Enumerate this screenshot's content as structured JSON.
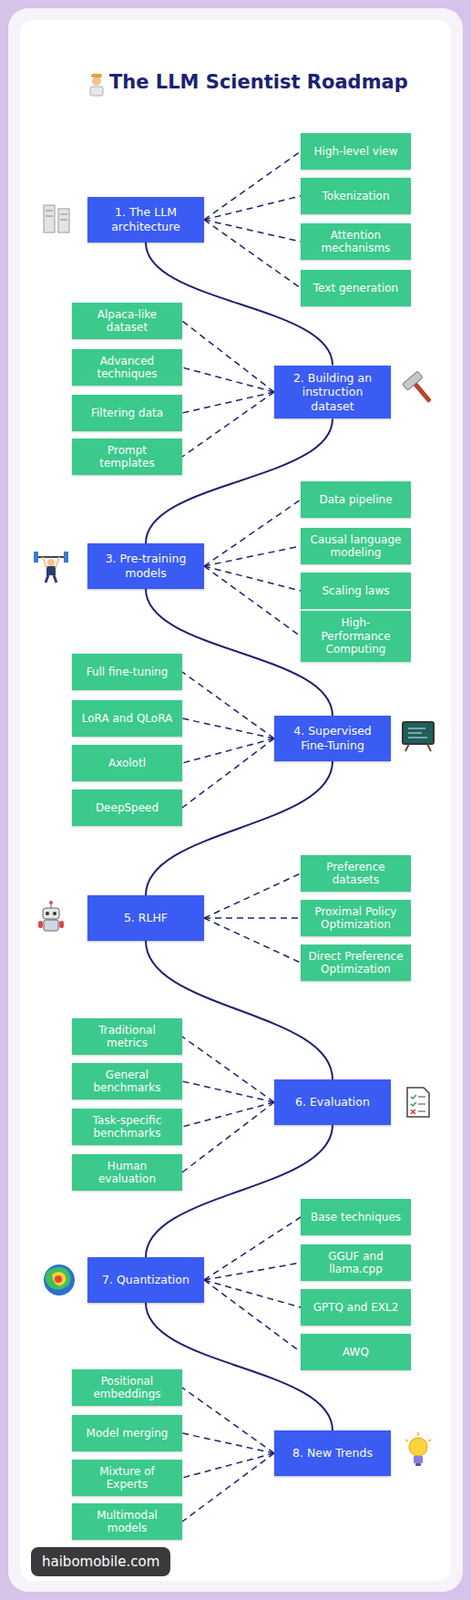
{
  "diagram": {
    "title": "The LLM Scientist Roadmap",
    "nodes": [
      {
        "text": [
          "1. The LLM architecture"
        ]
      },
      {
        "text": [
          "High-level view"
        ]
      },
      {
        "text": [
          "Tokenization"
        ]
      },
      {
        "text": [
          "Attention mechanisms"
        ]
      },
      {
        "text": [
          "Text generation"
        ]
      },
      {
        "text": [
          "2. Building an instruction dataset"
        ]
      },
      {
        "text": [
          "Alpaca-like dataset"
        ]
      },
      {
        "text": [
          "Advanced techniques"
        ]
      },
      {
        "text": [
          "Filtering data"
        ]
      },
      {
        "text": [
          "Prompt templates"
        ]
      },
      {
        "text": [
          "3. Pre-training models"
        ]
      },
      {
        "text": [
          "Data pipeline"
        ]
      },
      {
        "text": [
          "Causal language modeling"
        ]
      },
      {
        "text": [
          "Scaling laws"
        ]
      },
      {
        "text": [
          "High-Performance Computing"
        ]
      },
      {
        "text": [
          "4. Supervised Fine-Tuning"
        ]
      },
      {
        "text": [
          "Full fine-tuning"
        ]
      },
      {
        "text": [
          "LoRA and QLoRA"
        ]
      },
      {
        "text": [
          "Axolotl"
        ]
      },
      {
        "text": [
          "DeepSpeed"
        ]
      },
      {
        "text": [
          "5. RLHF"
        ]
      },
      {
        "text": [
          "Preference datasets"
        ]
      },
      {
        "text": [
          "Proximal Policy Optimization"
        ]
      },
      {
        "text": [
          "Direct Preference Optimization"
        ]
      },
      {
        "text": [
          "6. Evaluation"
        ]
      },
      {
        "text": [
          "Traditional metrics"
        ]
      },
      {
        "text": [
          "General benchmarks"
        ]
      },
      {
        "text": [
          "Task-specific benchmarks"
        ]
      },
      {
        "text": [
          "Human evaluation"
        ]
      },
      {
        "text": [
          "7. Quantization"
        ]
      },
      {
        "text": [
          "Base techniques"
        ]
      },
      {
        "text": [
          "GGUF and llama.cpp"
        ]
      },
      {
        "text": [
          "GPTQ and EXL2"
        ]
      },
      {
        "text": [
          "AWQ"
        ]
      },
      {
        "text": [
          "8. New Trends"
        ]
      },
      {
        "text": [
          "Positional embeddings"
        ]
      },
      {
        "text": [
          "Model merging"
        ]
      },
      {
        "text": [
          "Mixture of Experts"
        ]
      },
      {
        "text": [
          "Multimodal models"
        ]
      }
    ],
    "edges": [
      {
        "from": 0,
        "to": 1,
        "arrow": "none"
      },
      {
        "from": 0,
        "to": 2,
        "arrow": "none"
      },
      {
        "from": 0,
        "to": 3,
        "arrow": "none"
      },
      {
        "from": 0,
        "to": 4,
        "arrow": "none"
      },
      {
        "from": 0,
        "to": 5,
        "arrow": "none"
      },
      {
        "from": 5,
        "to": 6,
        "arrow": "none"
      },
      {
        "from": 5,
        "to": 7,
        "arrow": "none"
      },
      {
        "from": 5,
        "to": 8,
        "arrow": "none"
      },
      {
        "from": 5,
        "to": 9,
        "arrow": "none"
      },
      {
        "from": 5,
        "to": 10,
        "arrow": "none"
      },
      {
        "from": 10,
        "to": 11,
        "arrow": "none"
      },
      {
        "from": 10,
        "to": 12,
        "arrow": "none"
      },
      {
        "from": 10,
        "to": 13,
        "arrow": "none"
      },
      {
        "from": 10,
        "to": 14,
        "arrow": "none"
      },
      {
        "from": 10,
        "to": 15,
        "arrow": "none"
      },
      {
        "from": 15,
        "to": 16,
        "arrow": "none"
      },
      {
        "from": 15,
        "to": 17,
        "arrow": "none"
      },
      {
        "from": 15,
        "to": 18,
        "arrow": "none"
      },
      {
        "from": 15,
        "to": 19,
        "arrow": "none"
      },
      {
        "from": 15,
        "to": 20,
        "arrow": "none"
      },
      {
        "from": 20,
        "to": 21,
        "arrow": "none"
      },
      {
        "from": 20,
        "to": 22,
        "arrow": "none"
      },
      {
        "from": 20,
        "to": 23,
        "arrow": "none"
      },
      {
        "from": 20,
        "to": 24,
        "arrow": "none"
      },
      {
        "from": 24,
        "to": 25,
        "arrow": "none"
      },
      {
        "from": 24,
        "to": 26,
        "arrow": "none"
      },
      {
        "from": 24,
        "to": 27,
        "arrow": "none"
      },
      {
        "from": 24,
        "to": 28,
        "arrow": "none"
      },
      {
        "from": 24,
        "to": 29,
        "arrow": "none"
      },
      {
        "from": 29,
        "to": 30,
        "arrow": "none"
      },
      {
        "from": 29,
        "to": 31,
        "arrow": "none"
      },
      {
        "from": 29,
        "to": 32,
        "arrow": "none"
      },
      {
        "from": 29,
        "to": 33,
        "arrow": "none"
      },
      {
        "from": 29,
        "to": 34,
        "arrow": "none"
      },
      {
        "from": 34,
        "to": 35,
        "arrow": "none"
      },
      {
        "from": 34,
        "to": 36,
        "arrow": "none"
      },
      {
        "from": 34,
        "to": 37,
        "arrow": "none"
      },
      {
        "from": 34,
        "to": 38,
        "arrow": "none"
      }
    ],
    "labels": [
      "haibomobile.com"
    ]
  }
}
